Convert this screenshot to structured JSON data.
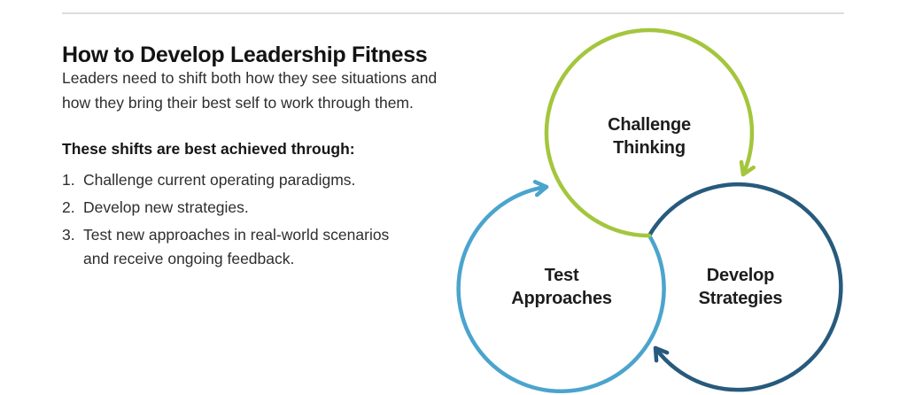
{
  "header": {
    "title": "How to Develop Leadership Fitness"
  },
  "intro": {
    "lines": [
      "Leaders need to shift both how they see situations and",
      "how they bring their best self to work through them."
    ]
  },
  "subhead": "These shifts are best achieved through:",
  "list": {
    "items": [
      {
        "number": "1.",
        "lines": [
          "Challenge current operating paradigms."
        ]
      },
      {
        "number": "2.",
        "lines": [
          "Develop new strategies."
        ]
      },
      {
        "number": "3.",
        "lines": [
          "Test new approaches in real-world scenarios",
          "and receive ongoing feedback."
        ]
      }
    ]
  },
  "diagram": {
    "nodes": [
      {
        "id": "challenge-thinking",
        "label_line1": "Challenge",
        "label_line2": "Thinking",
        "color": "#a3c63d"
      },
      {
        "id": "test-approaches",
        "label_line1": "Test",
        "label_line2": "Approaches",
        "color": "#4ba4cd"
      },
      {
        "id": "develop-strategies",
        "label_line1": "Develop",
        "label_line2": "Strategies",
        "color": "#275a7c"
      }
    ],
    "arrows": [
      {
        "from": "test-approaches",
        "to": "challenge-thinking"
      },
      {
        "from": "challenge-thinking",
        "to": "develop-strategies"
      },
      {
        "from": "develop-strategies",
        "to": "test-approaches"
      }
    ]
  },
  "style": {
    "background": "#ffffff",
    "rule_color": "#dcdcdc",
    "heading_color": "#131313",
    "body_color": "#2e2e2e"
  }
}
